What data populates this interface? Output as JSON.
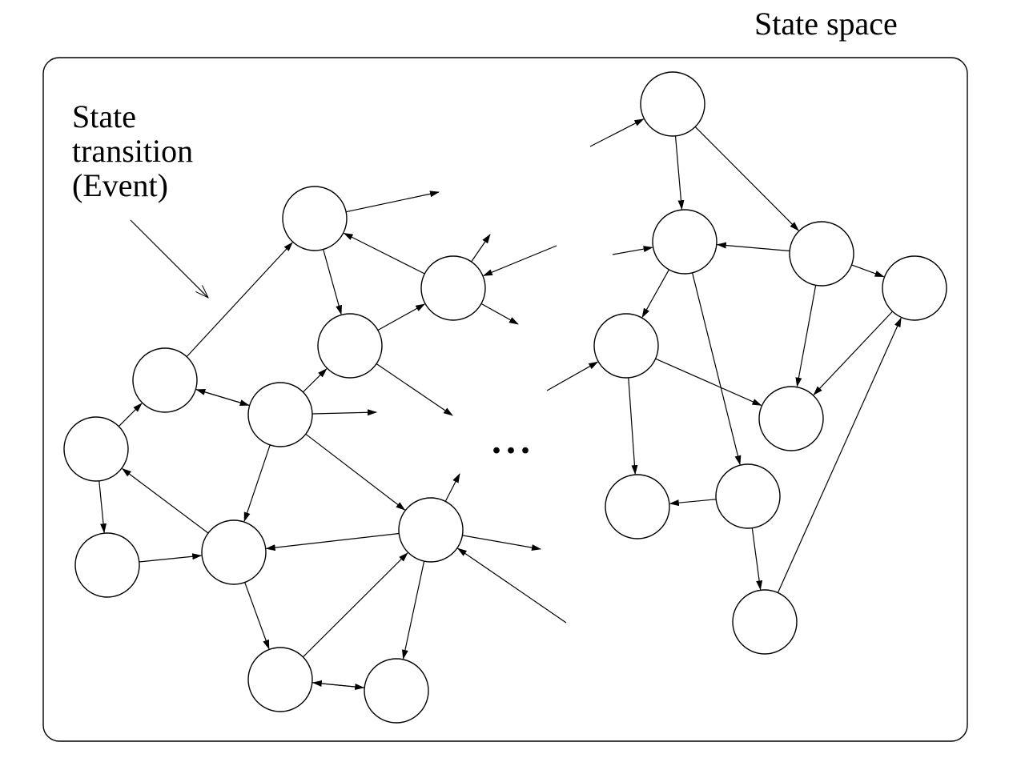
{
  "title": "State space",
  "annotation": {
    "lines": [
      "State",
      "transition",
      "(Event)"
    ]
  },
  "ellipsis": "..."
}
